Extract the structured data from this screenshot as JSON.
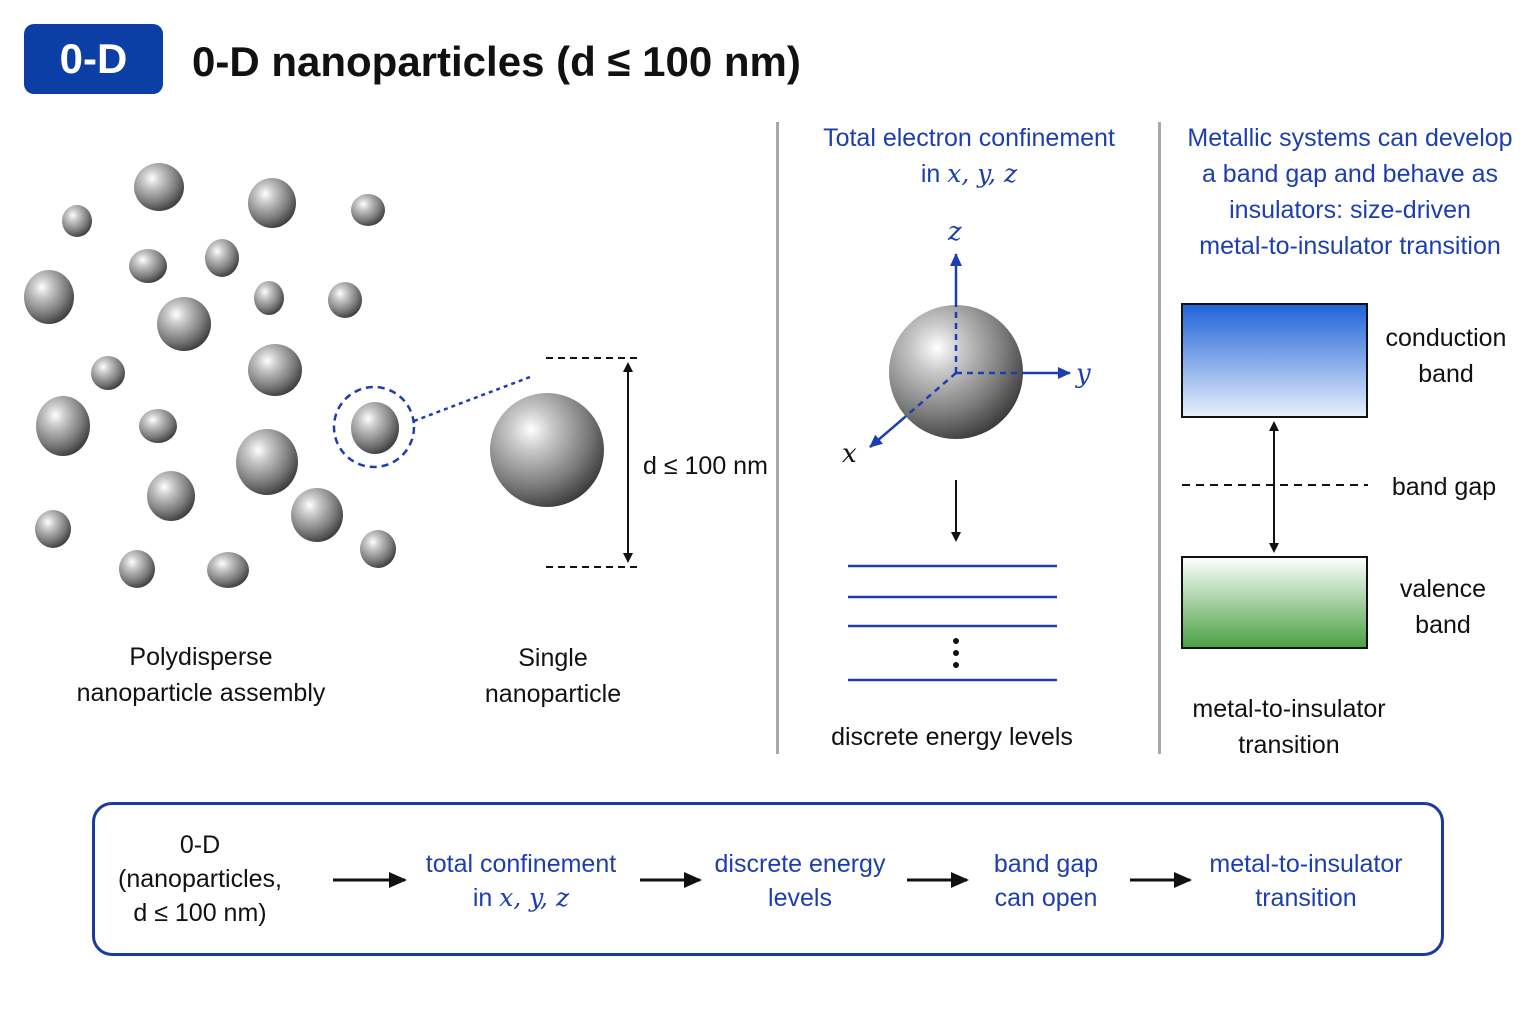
{
  "header": {
    "badge": "0-D",
    "title": "0-D nanoparticles (d ≤ 100 nm)"
  },
  "panel_assembly": {
    "caption_line1": "Polydisperse",
    "caption_line2": "nanoparticle assembly",
    "single_line1": "Single",
    "single_line2": "nanoparticle",
    "dimension_label": "d ≤ 100 nm"
  },
  "panel_confinement": {
    "title_line1": "Total electron confinement",
    "title_line2_prefix": "in ",
    "title_line2_vars": "x, y, z",
    "axis_x": "x",
    "axis_y": "y",
    "axis_z": "z",
    "levels_caption": "discrete energy levels"
  },
  "panel_bandgap": {
    "title_lines": [
      "Metallic systems can develop",
      "a band gap and behave as",
      "insulators: size-driven",
      "metal-to-insulator transition"
    ],
    "conduction_line1": "conduction",
    "conduction_line2": "band",
    "gap_label": "band gap",
    "valence_line1": "valence",
    "valence_line2": "band",
    "caption_line1": "metal-to-insulator",
    "caption_line2": "transition",
    "colors": {
      "conduction_top": "#1f63d8",
      "valence_bottom": "#49a043"
    }
  },
  "flow": {
    "step1": {
      "line1": "0-D",
      "line2": "(nanoparticles,",
      "line3": "d ≤ 100 nm)"
    },
    "step2": {
      "line1": "total confinement",
      "line2_prefix": "in ",
      "line2_vars": "x, y, z"
    },
    "step3": {
      "line1": "discrete energy",
      "line2": "levels"
    },
    "step4": {
      "line1": "band gap",
      "line2": "can open"
    },
    "step5": {
      "line1": "metal-to-insulator",
      "line2": "transition"
    }
  },
  "colors": {
    "accent": "#1c3eb0",
    "badge": "#0b3fa6",
    "divider": "#a8a8a8"
  }
}
